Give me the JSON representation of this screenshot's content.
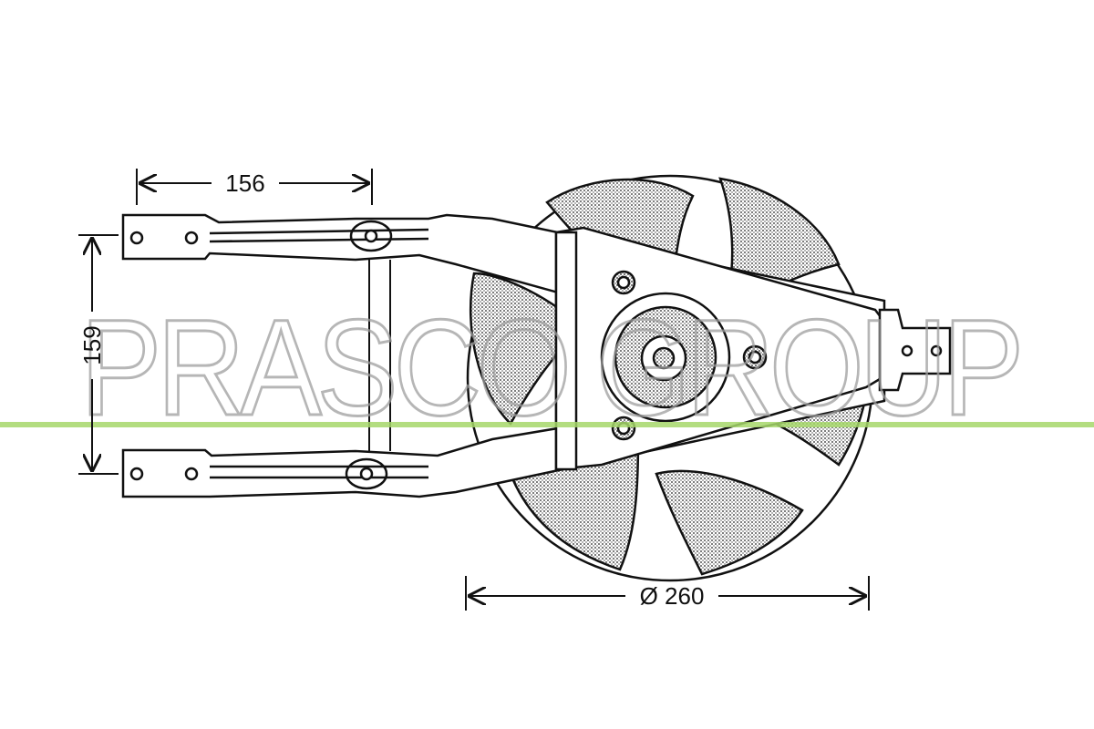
{
  "dimensions": {
    "width_top": "156",
    "height_left": "159",
    "diameter_bottom": "Ø 260"
  },
  "watermark": {
    "text": "PRASCO GROUP",
    "color": "#9e9e9e",
    "line_color": "#a6d86a"
  },
  "colors": {
    "ink": "#111111",
    "shade": "#9a9a9a",
    "background": "#ffffff"
  }
}
